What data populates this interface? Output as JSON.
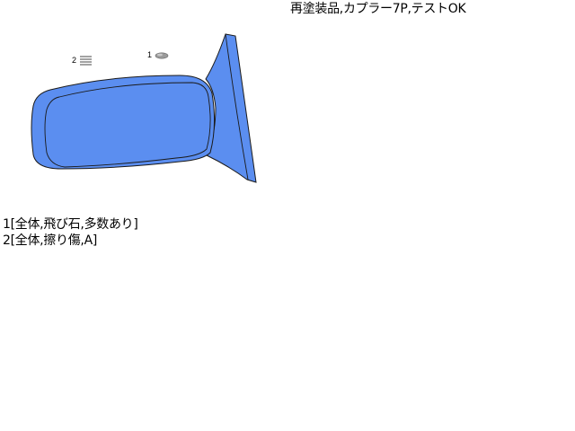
{
  "header": {
    "note": "再塗装品,カプラー7P,テストOK"
  },
  "diagram": {
    "part": "door-mirror",
    "body_color": "#5b8ef0",
    "outline_color": "#1a1a1a",
    "markers": [
      {
        "number": "1",
        "icon": "stone-chip-icon"
      },
      {
        "number": "2",
        "icon": "scratch-lines-icon"
      }
    ]
  },
  "damage_list": [
    {
      "text": "1[全体,飛び石,多数あり]"
    },
    {
      "text": "2[全体,擦り傷,A]"
    }
  ]
}
